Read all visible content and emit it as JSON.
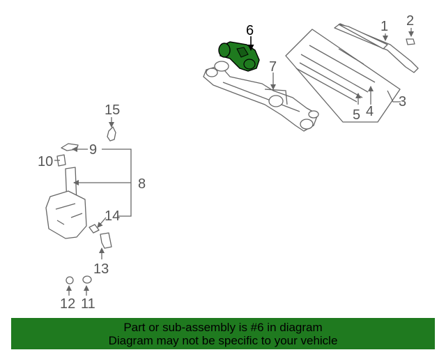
{
  "callouts": {
    "c1": "1",
    "c2": "2",
    "c3": "3",
    "c4": "4",
    "c5": "5",
    "c6": "6",
    "c7": "7",
    "c8": "8",
    "c9": "9",
    "c10": "10",
    "c11": "11",
    "c12": "12",
    "c13": "13",
    "c14": "14",
    "c15": "15"
  },
  "highlight_color": "#1f7a1f",
  "banner": {
    "line1": "Part or sub-assembly is #6 in diagram",
    "line2": "Diagram may not be specific to your vehicle"
  }
}
